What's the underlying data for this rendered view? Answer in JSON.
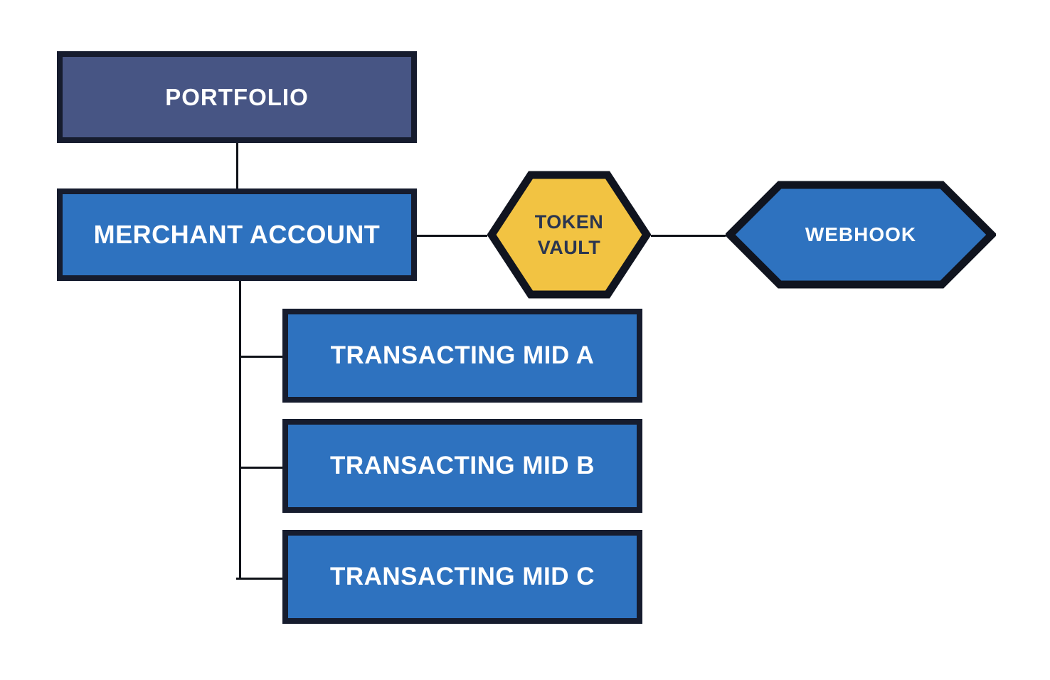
{
  "diagram": {
    "type": "hierarchy-flow-diagram",
    "background": "#ffffff",
    "nodes": {
      "portfolio": {
        "label": "PORTFOLIO",
        "shape": "rectangle",
        "fill": "#475584",
        "text_color": "#ffffff"
      },
      "merchant_account": {
        "label": "MERCHANT ACCOUNT",
        "shape": "rectangle",
        "fill": "#2e72bf",
        "text_color": "#ffffff"
      },
      "token_vault": {
        "label": "TOKEN VAULT",
        "label_line1": "TOKEN",
        "label_line2": "VAULT",
        "shape": "hexagon",
        "fill": "#f2c342",
        "text_color": "#2a3550"
      },
      "webhook": {
        "label": "WEBHOOK",
        "shape": "hexagon",
        "fill": "#2e72bf",
        "text_color": "#ffffff"
      },
      "mids": [
        {
          "label": "TRANSACTING MID A",
          "shape": "rectangle",
          "fill": "#2e72bf",
          "text_color": "#ffffff"
        },
        {
          "label": "TRANSACTING MID B",
          "shape": "rectangle",
          "fill": "#2e72bf",
          "text_color": "#ffffff"
        },
        {
          "label": "TRANSACTING MID C",
          "shape": "rectangle",
          "fill": "#2e72bf",
          "text_color": "#ffffff"
        }
      ]
    },
    "edges": [
      {
        "from": "PORTFOLIO",
        "to": "MERCHANT ACCOUNT"
      },
      {
        "from": "MERCHANT ACCOUNT",
        "to": "TOKEN VAULT"
      },
      {
        "from": "TOKEN VAULT",
        "to": "WEBHOOK"
      },
      {
        "from": "MERCHANT ACCOUNT",
        "to": "TRANSACTING MID A"
      },
      {
        "from": "MERCHANT ACCOUNT",
        "to": "TRANSACTING MID B"
      },
      {
        "from": "MERCHANT ACCOUNT",
        "to": "TRANSACTING MID C"
      }
    ],
    "colors": {
      "portfolio_fill": "#475584",
      "blue_fill": "#2e72bf",
      "yellow_fill": "#f2c342",
      "box_border": "#161c2e",
      "hex_border": "#10141f",
      "line": "#0f1218",
      "text_light": "#ffffff",
      "text_dark": "#2a3550"
    }
  }
}
